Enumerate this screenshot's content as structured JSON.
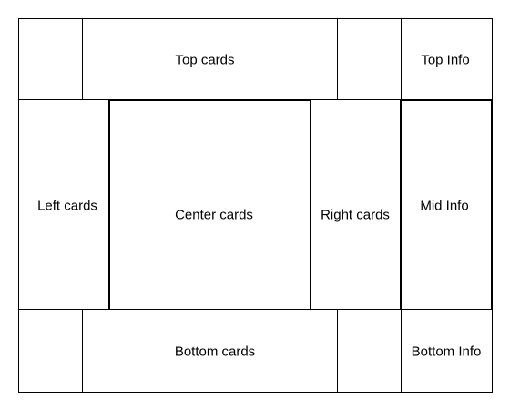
{
  "layout": {
    "top": "Top cards",
    "top_info": "Top Info",
    "left": "Left cards",
    "center": "Center cards",
    "right": "Right cards",
    "mid_info": "Mid Info",
    "bottom": "Bottom cards",
    "bottom_info": "Bottom Info"
  }
}
